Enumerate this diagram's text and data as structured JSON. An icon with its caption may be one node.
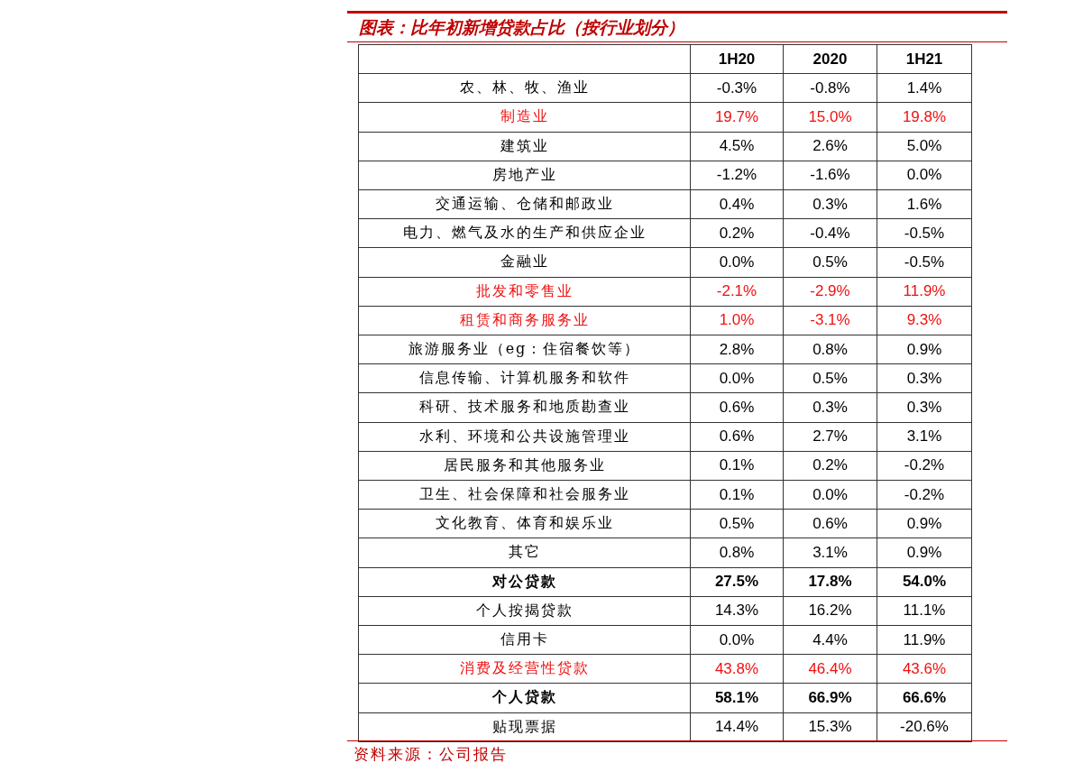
{
  "diagram": {
    "title": "图表：比年初新增贷款占比（按行业划分）",
    "caption": "资料来源：公司报告",
    "labels": [
      "1H20",
      "2020",
      "1H21",
      "农、林、牧、渔业",
      "-0.3%",
      "-0.8%",
      "1.4%",
      "制造业",
      "19.7%",
      "15.0%",
      "19.8%",
      "建筑业",
      "4.5%",
      "2.6%",
      "5.0%",
      "房地产业",
      "-1.2%",
      "-1.6%",
      "0.0%",
      "交通运输、仓储和邮政业",
      "0.4%",
      "0.3%",
      "1.6%",
      "电力、燃气及水的生产和供应企业",
      "0.2%",
      "-0.4%",
      "-0.5%",
      "金融业",
      "0.0%",
      "0.5%",
      "-0.5%",
      "批发和零售业",
      "-2.1%",
      "-2.9%",
      "11.9%",
      "租赁和商务服务业",
      "1.0%",
      "-3.1%",
      "9.3%",
      "旅游服务业（eg：住宿餐饮等）",
      "2.8%",
      "0.8%",
      "0.9%",
      "信息传输、计算机服务和软件",
      "0.0%",
      "0.5%",
      "0.3%",
      "科研、技术服务和地质勘查业",
      "0.6%",
      "0.3%",
      "0.3%",
      "水利、环境和公共设施管理业",
      "0.6%",
      "2.7%",
      "3.1%",
      "居民服务和其他服务业",
      "0.1%",
      "0.2%",
      "-0.2%",
      "卫生、社会保障和社会服务业",
      "0.1%",
      "0.0%",
      "-0.2%",
      "文化教育、体育和娱乐业",
      "0.5%",
      "0.6%",
      "0.9%",
      "其它",
      "0.8%",
      "3.1%",
      "0.9%",
      "对公贷款",
      "27.5%",
      "17.8%",
      "54.0%",
      "个人按揭贷款",
      "14.3%",
      "16.2%",
      "11.1%",
      "信用卡",
      "0.0%",
      "4.4%",
      "11.9%",
      "消费及经营性贷款",
      "43.8%",
      "46.4%",
      "43.6%",
      "个人贷款",
      "58.1%",
      "66.9%",
      "66.6%",
      "贴现票据",
      "14.4%",
      "15.3%",
      "-20.6%"
    ]
  }
}
